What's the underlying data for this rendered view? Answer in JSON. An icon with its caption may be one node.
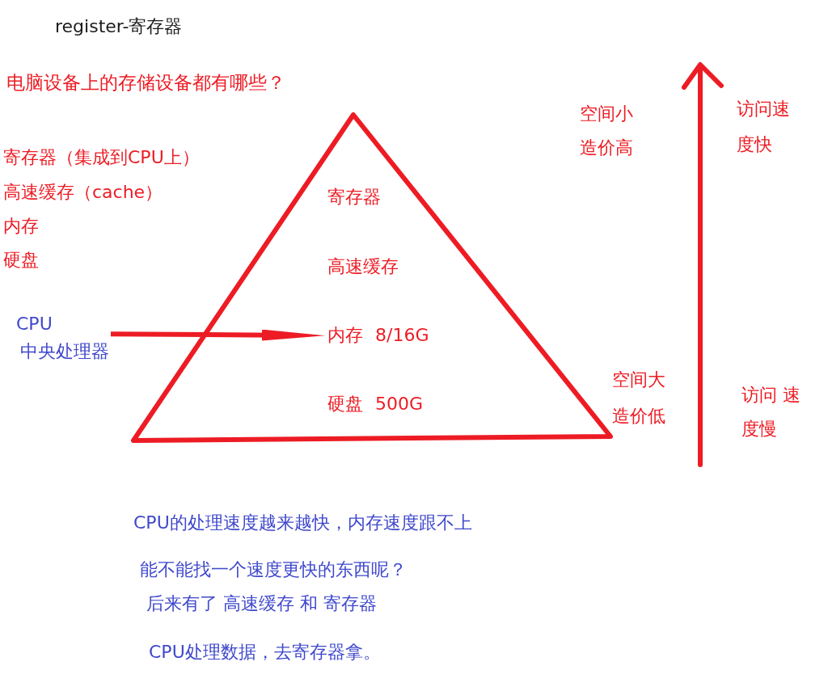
{
  "diagram": {
    "title": "register-寄存器",
    "nodes": [
      {
        "text": [],
        "shape": "triangle"
      },
      {
        "text": [
          "寄存器"
        ],
        "in": 0
      },
      {
        "text": [
          "高速缓存"
        ],
        "in": 0
      },
      {
        "text": [
          "内存 8/16G"
        ],
        "in": 0
      },
      {
        "text": [
          "硬盘 500G"
        ],
        "in": 0
      },
      {
        "text": [
          "CPU",
          "中央处理器"
        ]
      }
    ],
    "edges": [
      {
        "from": 5,
        "to": 3,
        "arrow": "to"
      }
    ],
    "labels": [
      "电脑设备上的存储设备都有哪些？",
      "寄存器（集成到CPU上）",
      "高速缓存（cache）",
      "内存",
      "硬盘",
      "空间小",
      "造价高",
      "访问速度快",
      "空间大",
      "造价低",
      "访问 速度慢",
      "CPU的处理速度越来越快，内存速度跟不上",
      "能不能找一个速度更快的东西呢？",
      "后来有了 高速缓存 和 寄存器",
      "CPU处理数据，去寄存器拿。"
    ]
  }
}
